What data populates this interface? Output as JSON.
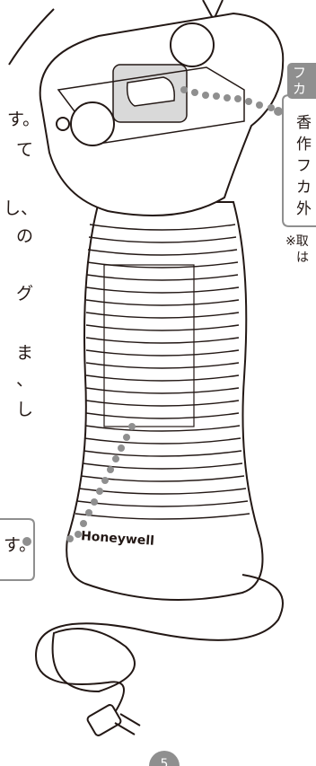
{
  "left_text_fragments": [
    "す。",
    "て",
    "し、",
    "の",
    "グ",
    "ま",
    "、",
    "し",
    "す。"
  ],
  "right_tab": {
    "text": "フカ"
  },
  "right_panel_column": [
    "香",
    "作",
    "フ",
    "カ",
    "外"
  ],
  "right_note": [
    "※取",
    "は"
  ],
  "product_brand": "Honeywell",
  "page_number_badge": "5",
  "colors": {
    "line": "#231815",
    "gray": "#8f8f8f",
    "highlight": "#d9d9d9"
  }
}
